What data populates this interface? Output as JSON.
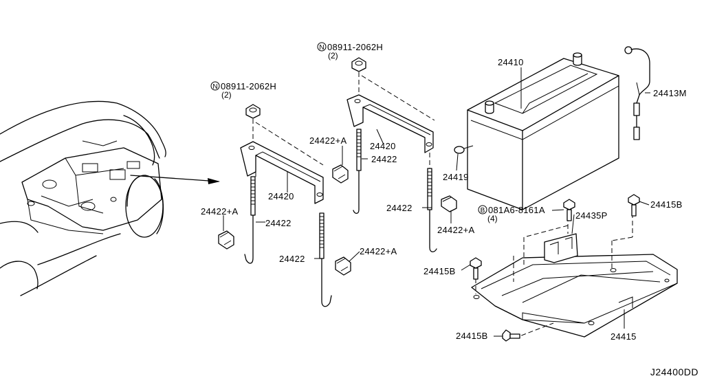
{
  "diagram_code": "J24400DD",
  "labels": {
    "battery": "24410",
    "cable": "24413M",
    "cap": "24419",
    "bracket_left": "24420",
    "bracket_right": "24420",
    "rod_left": "24422",
    "rod_mid": "24422",
    "rod_upper": "24422",
    "rod_right": "24422",
    "clip_left": "24422+A",
    "clip_upper": "24422+A",
    "clip_mid": "24422+A",
    "clip_right": "24422+A",
    "bolt_right_top": "24415B",
    "bolt_left": "24415B",
    "bolt_bottom": "24415B",
    "label_plate": "24435P",
    "tray": "24415"
  },
  "nut_left": {
    "prefix": "N",
    "part": "08911-2062H",
    "qty": "(2)"
  },
  "nut_top": {
    "prefix": "N",
    "part": "08911-2062H",
    "qty": "(2)"
  },
  "bolt_b": {
    "prefix": "B",
    "part": "081A6-8161A",
    "qty": "(4)"
  }
}
